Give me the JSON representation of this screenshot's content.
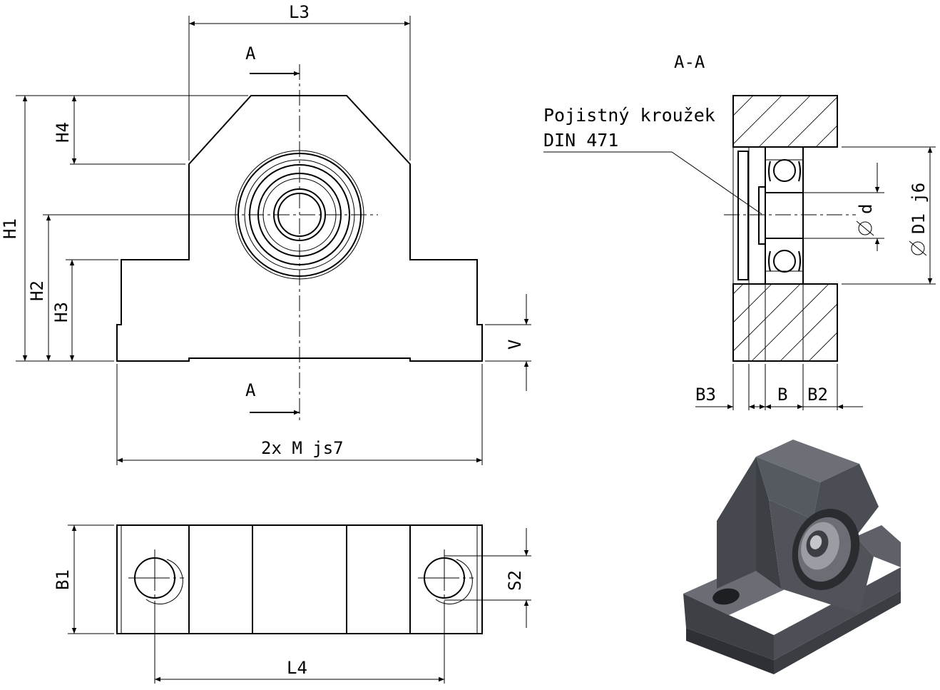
{
  "labels": {
    "L3": "L3",
    "A_top": "A",
    "A_bottom": "A",
    "H4": "H4",
    "H1": "H1",
    "H2": "H2",
    "H3": "H3",
    "V": "V",
    "M": "2x M js7",
    "B1": "B1",
    "S2": "S2",
    "L4": "L4",
    "section": "A-A",
    "note_line1": "Pojistný kroužek",
    "note_line2": "DIN 471",
    "d": "d",
    "D1": "D1 j6",
    "B3": "B3",
    "B": "B",
    "B2": "B2"
  },
  "colors": {
    "line": "#000000",
    "background": "#ffffff",
    "body_dark": "#3d4045",
    "body_mid": "#50545a",
    "body_light": "#6a6e74"
  }
}
